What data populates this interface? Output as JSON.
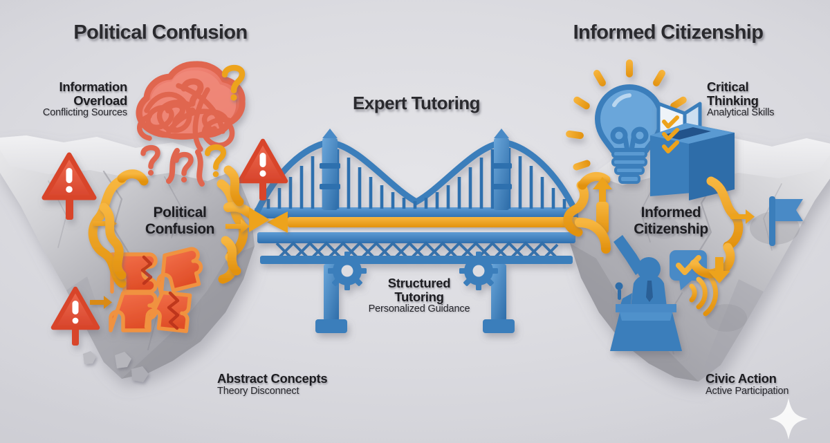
{
  "headings": {
    "left_title": "Political Confusion",
    "center_title": "Expert Tutoring",
    "right_title": "Informed Citizenship"
  },
  "cliff_labels": {
    "left_center_line1": "Political",
    "left_center_line2": "Confusion",
    "right_center_line1": "Informed",
    "right_center_line2": "Citizenship"
  },
  "callouts": [
    {
      "id": "information-overload",
      "title_line1": "Information",
      "title_line2": "Overload",
      "subtitle": "Conflicting Sources",
      "align": "right",
      "icon": "tangled-thought-cloud-icon"
    },
    {
      "id": "abstract-concepts",
      "title_line1": "Abstract Concepts",
      "title_line2": "",
      "subtitle": "Theory Disconnect",
      "align": "left",
      "icon": "broken-puzzle-icon"
    },
    {
      "id": "structured-tutoring",
      "title_line1": "Structured",
      "title_line2": "Tutoring",
      "subtitle": "Personalized Guidance",
      "align": "center",
      "icon": "suspension-bridge-icon"
    },
    {
      "id": "critical-thinking",
      "title_line1": "Critical",
      "title_line2": "Thinking",
      "subtitle": "Analytical Skills",
      "align": "left",
      "icon": "lightbulb-ballot-icon"
    },
    {
      "id": "civic-action",
      "title_line1": "Civic Action",
      "title_line2": "",
      "subtitle": "Active Participation",
      "align": "left",
      "icon": "speaker-podium-icon"
    }
  ],
  "icons": {
    "tangled_cloud": "tangled-thought-cloud-icon",
    "question_marks": "question-mark-icon",
    "warning_triangles": "warning-triangle-icon",
    "puzzle_pieces": "broken-puzzle-piece-icon",
    "bridge": "suspension-bridge-icon",
    "gears": "gear-icon",
    "lightbulb": "lightbulb-icon",
    "ballot_box": "ballot-box-icon",
    "check_marks": "check-mark-icon",
    "speaker": "speaker-at-podium-icon",
    "speech_bubble": "speech-bubble-check-icon",
    "sound_waves": "sound-wave-icon",
    "flag": "flag-icon",
    "curved_arrows": "curved-arrow-icon",
    "main_arrow": "left-pointing-arrow-icon",
    "sparkle": "sparkle-icon"
  },
  "colors": {
    "background": "#dcdce1",
    "rock": "#b9b9be",
    "rock_light": "#e2e2e4",
    "bridge_blue": "#3b82c4",
    "bridge_blue_dark": "#2d6aa6",
    "bridge_blue_light": "#6aa6da",
    "accent_orange": "#f0a220",
    "accent_orange_dark": "#d98a12",
    "alert_red": "#e4573d",
    "alert_red_light": "#ef7a62",
    "puzzle_orange": "#ea5c35",
    "text_dark": "#1d1d21"
  }
}
